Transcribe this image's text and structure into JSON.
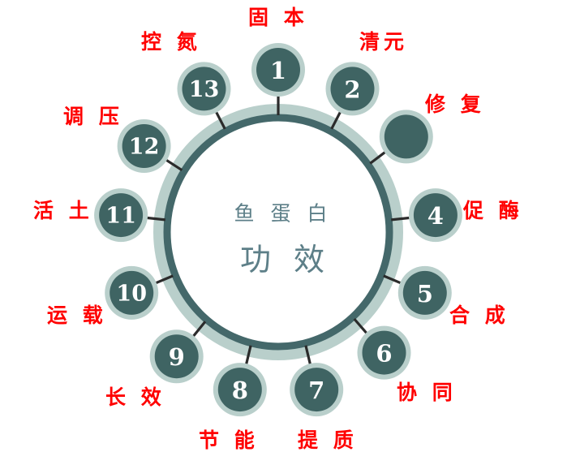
{
  "diagram": {
    "type": "radial-wheel",
    "center": {
      "line1": "鱼 蛋 白",
      "line2": "功 效"
    },
    "colors": {
      "background": "#ffffff",
      "ring_outer_band": "#b9cfcb",
      "ring_inner_stroke": "#44686a",
      "node_fill": "#3f6463",
      "node_halo": "#b9cfcb",
      "node_number": "#ffffff",
      "label_text": "#ff0000",
      "center_text": "#5d7f88",
      "tick": "#2b2b2b"
    },
    "nodes": [
      {
        "number": "1",
        "label": "固 本",
        "angle_deg": -90
      },
      {
        "number": "2",
        "label": "清元",
        "angle_deg": -62
      },
      {
        "number": "",
        "label": "修 复",
        "angle_deg": -36
      },
      {
        "number": "4",
        "label": "促 酶",
        "angle_deg": -6
      },
      {
        "number": "5",
        "label": "合 成",
        "angle_deg": 22
      },
      {
        "number": "6",
        "label": "协 同",
        "angle_deg": 48
      },
      {
        "number": "7",
        "label": "提 质",
        "angle_deg": 76
      },
      {
        "number": "8",
        "label": "节 能",
        "angle_deg": 104
      },
      {
        "number": "9",
        "label": "长 效",
        "angle_deg": 130
      },
      {
        "number": "10",
        "label": "运 载",
        "angle_deg": 158
      },
      {
        "number": "11",
        "label": "活 土",
        "angle_deg": 186
      },
      {
        "number": "12",
        "label": "调 压",
        "angle_deg": 212
      },
      {
        "number": "13",
        "label": "控 氮",
        "angle_deg": 242
      }
    ]
  }
}
